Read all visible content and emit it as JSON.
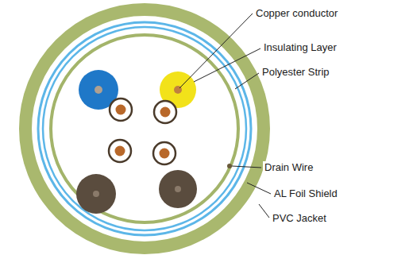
{
  "diagram": {
    "labels": [
      "Copper conductor",
      "Insulating Layer",
      "Polyester Strip",
      "Drain Wire",
      "AL Foil Shield",
      "PVC Jacket"
    ]
  }
}
